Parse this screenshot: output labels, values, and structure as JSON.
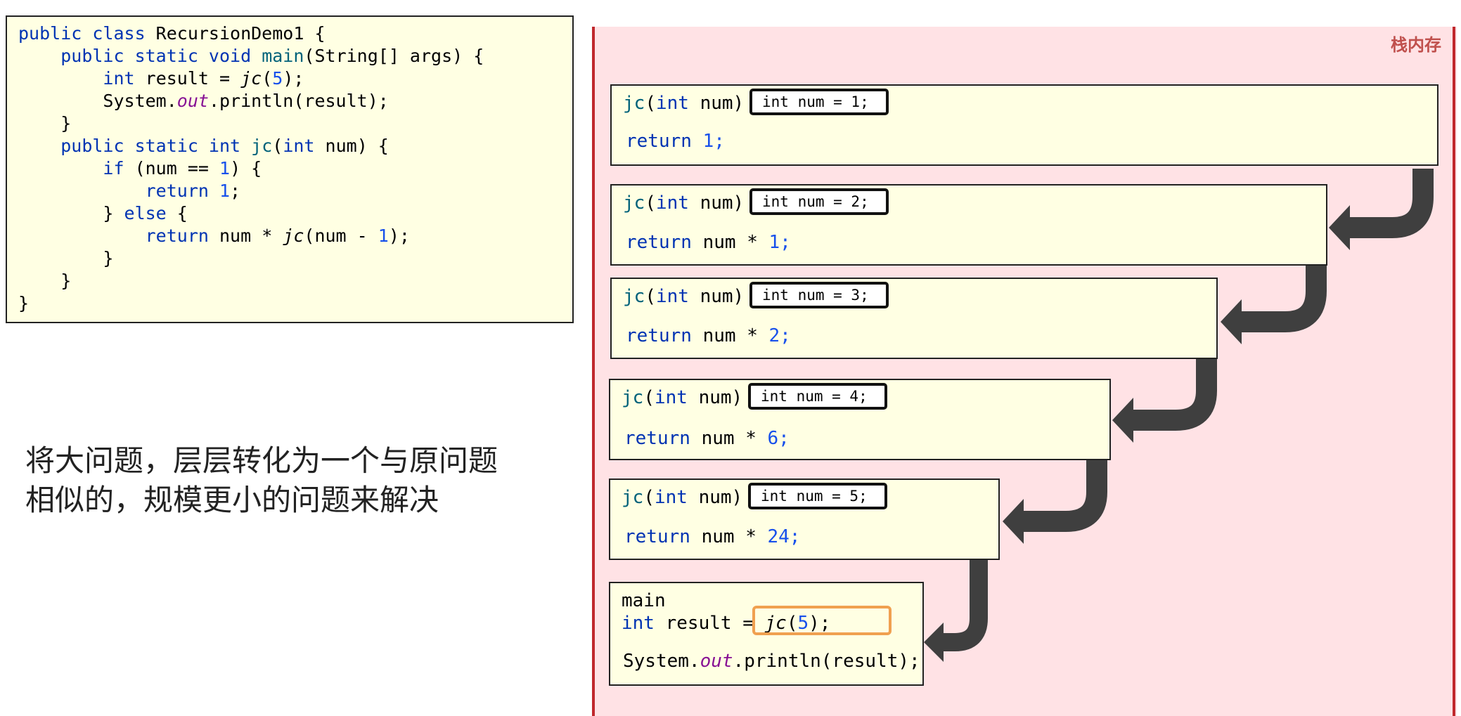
{
  "code": {
    "l1_kw": "public class ",
    "l1_name": "RecursionDemo1 {",
    "l2_kw": "public static void ",
    "l2_name": "main",
    "l2_rest": "(String[] args) {",
    "l3_type": "int ",
    "l3_mid": "result = ",
    "l3_call": "jc",
    "l3_open": "(",
    "l3_arg": "5",
    "l3_close": ");",
    "l4_a": "System.",
    "l4_field": "out",
    "l4_b": ".println(result);",
    "l5": "}",
    "l6_kw": "public static int ",
    "l6_name": "jc",
    "l6_open": "(",
    "l6_type": "int",
    "l6_rest": " num) {",
    "l7_kw": "if ",
    "l7_a": "(num == ",
    "l7_num": "1",
    "l7_b": ") {",
    "l8_kw": "return ",
    "l8_num": "1",
    "l8_end": ";",
    "l9_a": "} ",
    "l9_kw": "else",
    "l9_b": " {",
    "l10_kw": "return ",
    "l10_a": "num * ",
    "l10_call": "jc",
    "l10_b": "(num - ",
    "l10_num": "1",
    "l10_c": ");",
    "l11": "}",
    "l12": "}",
    "l13": "}"
  },
  "description": {
    "line1": "将大问题，层层转化为一个与原问题",
    "line2": "相似的，规模更小的问题来解决"
  },
  "stack": {
    "title": "栈内存",
    "sig_name": "jc",
    "sig_open": "(",
    "sig_type": "int",
    "sig_rest": " num)",
    "ret_kw": "return",
    "ret_mul": " num * ",
    "frames": [
      {
        "param": "int num = 1;",
        "ret_value": "1;"
      },
      {
        "param": "int num = 2;",
        "ret_value": "1;"
      },
      {
        "param": "int num = 3;",
        "ret_value": "2;"
      },
      {
        "param": "int num = 4;",
        "ret_value": "6;"
      },
      {
        "param": "int num = 5;",
        "ret_value": "24;"
      }
    ],
    "main": {
      "label": "main",
      "decl_type": "int",
      "decl_mid": " result = ",
      "call": "jc",
      "call_open": "(",
      "call_arg": "5",
      "call_close": ");",
      "print_a": "System.",
      "print_field": "out",
      "print_b": ".println(result);"
    }
  },
  "colors": {
    "keyword": "#0033b3",
    "number": "#1750eb",
    "field": "#871094",
    "frame_bg": "#ffffe3",
    "stack_bg": "#ffe2e5",
    "stack_border": "#c0282d",
    "arrow": "#3f3f3f",
    "call_highlight": "#f0a050"
  }
}
